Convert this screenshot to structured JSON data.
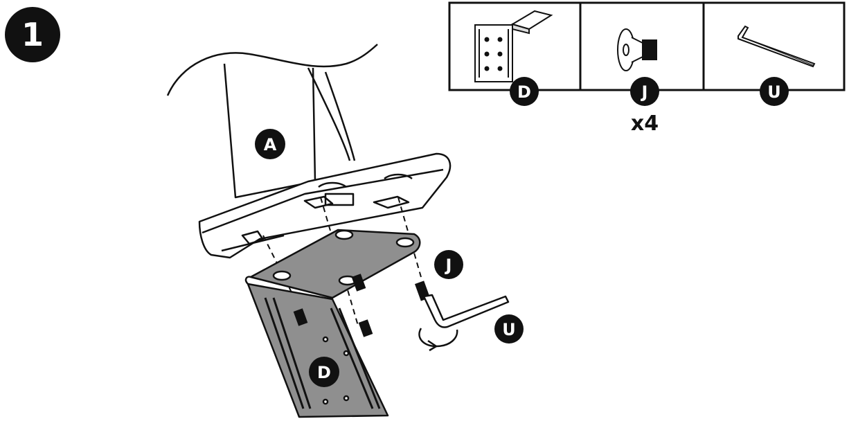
{
  "step": {
    "number": "1"
  },
  "parts_panel": {
    "items": [
      {
        "letter": "D",
        "name": "mounting-bracket",
        "quantity": ""
      },
      {
        "letter": "J",
        "name": "countersunk-screw",
        "quantity": "x4"
      },
      {
        "letter": "U",
        "name": "allen-key",
        "quantity": ""
      }
    ]
  },
  "main": {
    "labels": {
      "seat": "A",
      "bracket": "D",
      "screw": "J",
      "key": "U"
    }
  },
  "colors": {
    "line": "#111111",
    "badge": "#111111",
    "bracket_fill": "#8f8f8f"
  }
}
